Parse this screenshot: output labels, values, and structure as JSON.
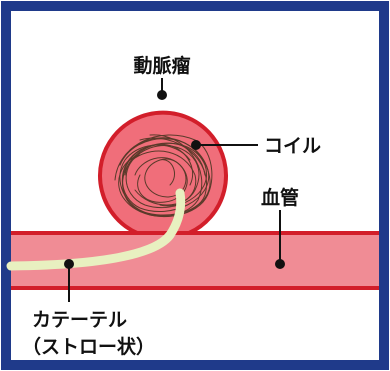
{
  "labels": {
    "aneurysm": "動脈瘤",
    "coil": "コイル",
    "vessel": "血管",
    "catheter_line1": "カテーテル",
    "catheter_line2": "（ストロー状）"
  },
  "colors": {
    "frame": "#1f3a8a",
    "vessel_fill": "#f08c95",
    "vessel_wall": "#d21e2a",
    "aneurysm_fill": "#f06e7a",
    "coil_wire": "#5a3a2a",
    "catheter": "#e8f0c0",
    "marker": "#111111"
  }
}
